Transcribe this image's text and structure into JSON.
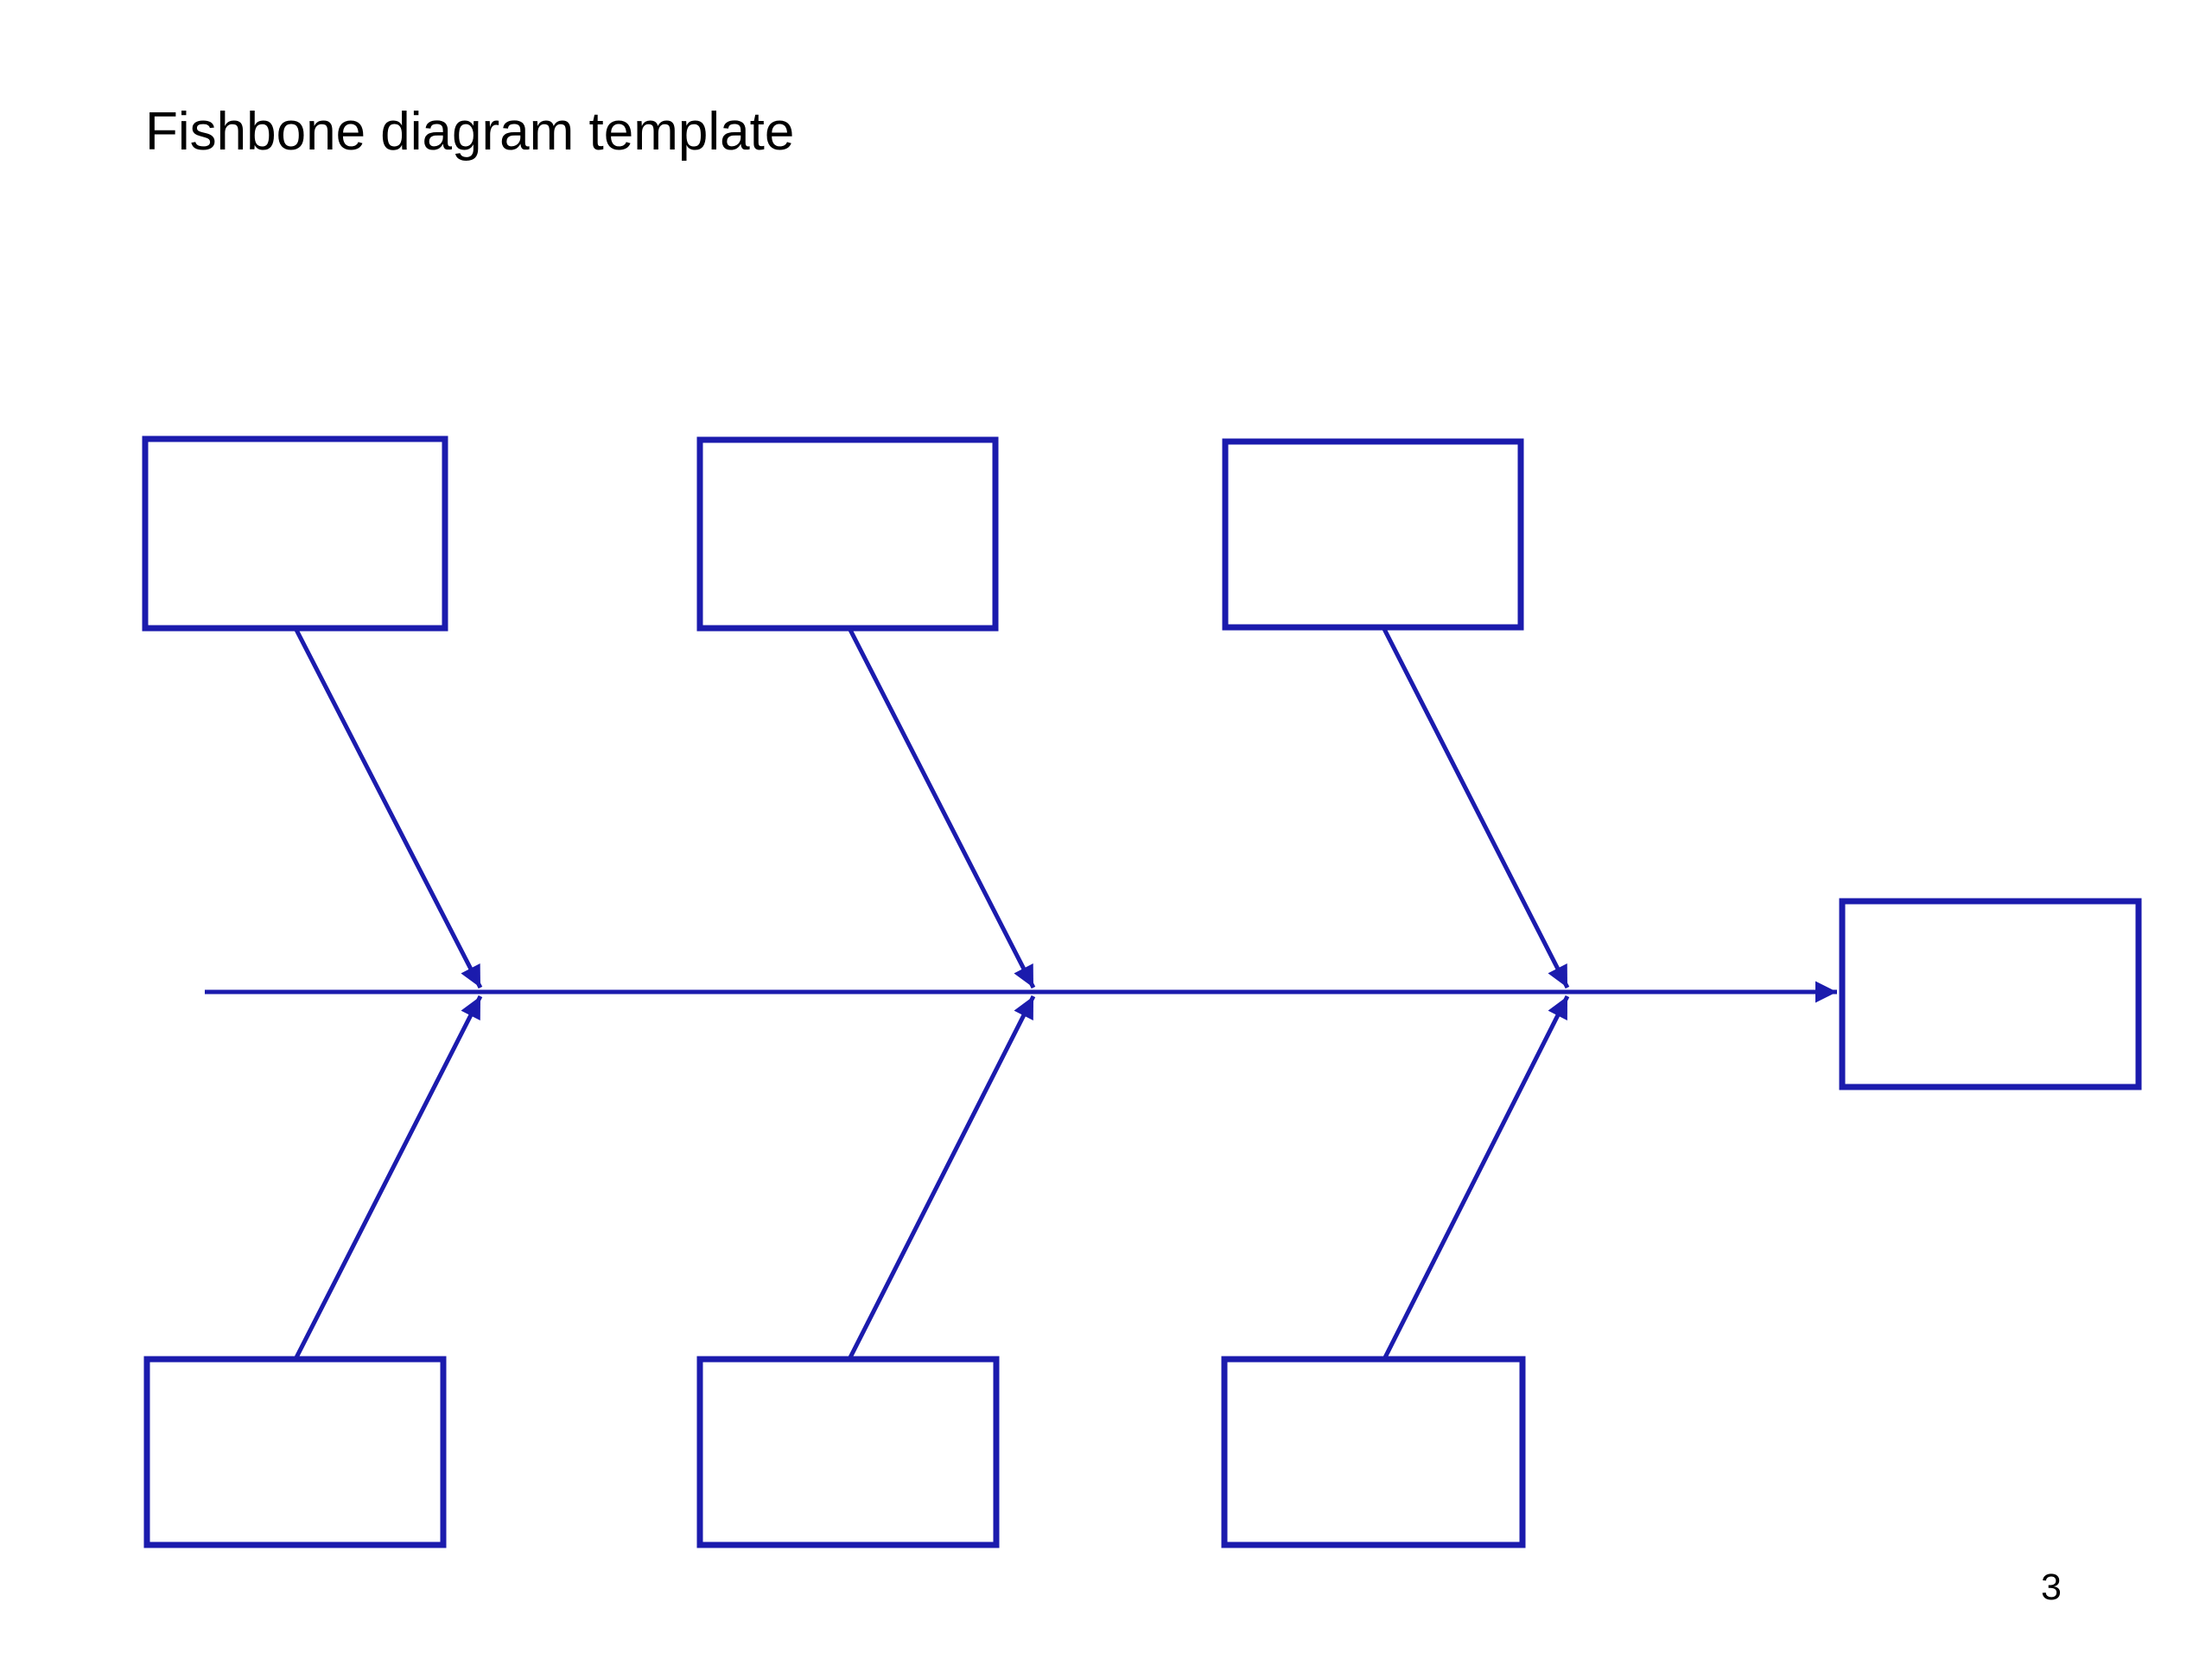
{
  "slide": {
    "title": "Fishbone diagram template",
    "page_number": "3"
  },
  "colors": {
    "accent": "#1B1BAD",
    "text": "#000000",
    "background": "#FFFFFF"
  },
  "diagram": {
    "kind": "fishbone",
    "spine_direction": "left-to-right",
    "effect_box": {
      "label": ""
    },
    "top_boxes": [
      {
        "label": ""
      },
      {
        "label": ""
      },
      {
        "label": ""
      }
    ],
    "bottom_boxes": [
      {
        "label": ""
      },
      {
        "label": ""
      },
      {
        "label": ""
      }
    ]
  }
}
